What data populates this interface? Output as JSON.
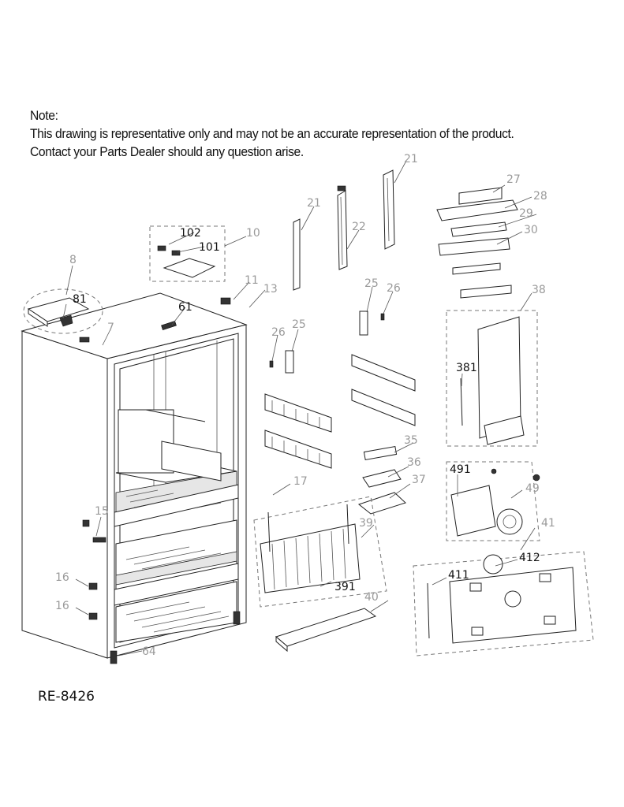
{
  "note": {
    "title": "Note:",
    "line1": "This drawing is representative only and may not be an accurate representation of the product.",
    "line2": "Contact your Parts Dealer should any question arise."
  },
  "drawing_code": "RE-8426",
  "part_labels": {
    "p7": "7",
    "p8": "8",
    "p10": "10",
    "p11": "11",
    "p13": "13",
    "p15": "15",
    "p16a": "16",
    "p16b": "16",
    "p17": "17",
    "p21a": "21",
    "p21b": "21",
    "p22": "22",
    "p25a": "25",
    "p25b": "25",
    "p26a": "26",
    "p26b": "26",
    "p27": "27",
    "p28": "28",
    "p29": "29",
    "p30": "30",
    "p35": "35",
    "p36": "36",
    "p37": "37",
    "p38": "38",
    "p39": "39",
    "p40": "40",
    "p41": "41",
    "p49": "49",
    "p61": "61",
    "p64": "64",
    "p81": "81",
    "p101": "101",
    "p102": "102",
    "p381": "381",
    "p391": "391",
    "p411": "411",
    "p412": "412",
    "p491": "491"
  }
}
